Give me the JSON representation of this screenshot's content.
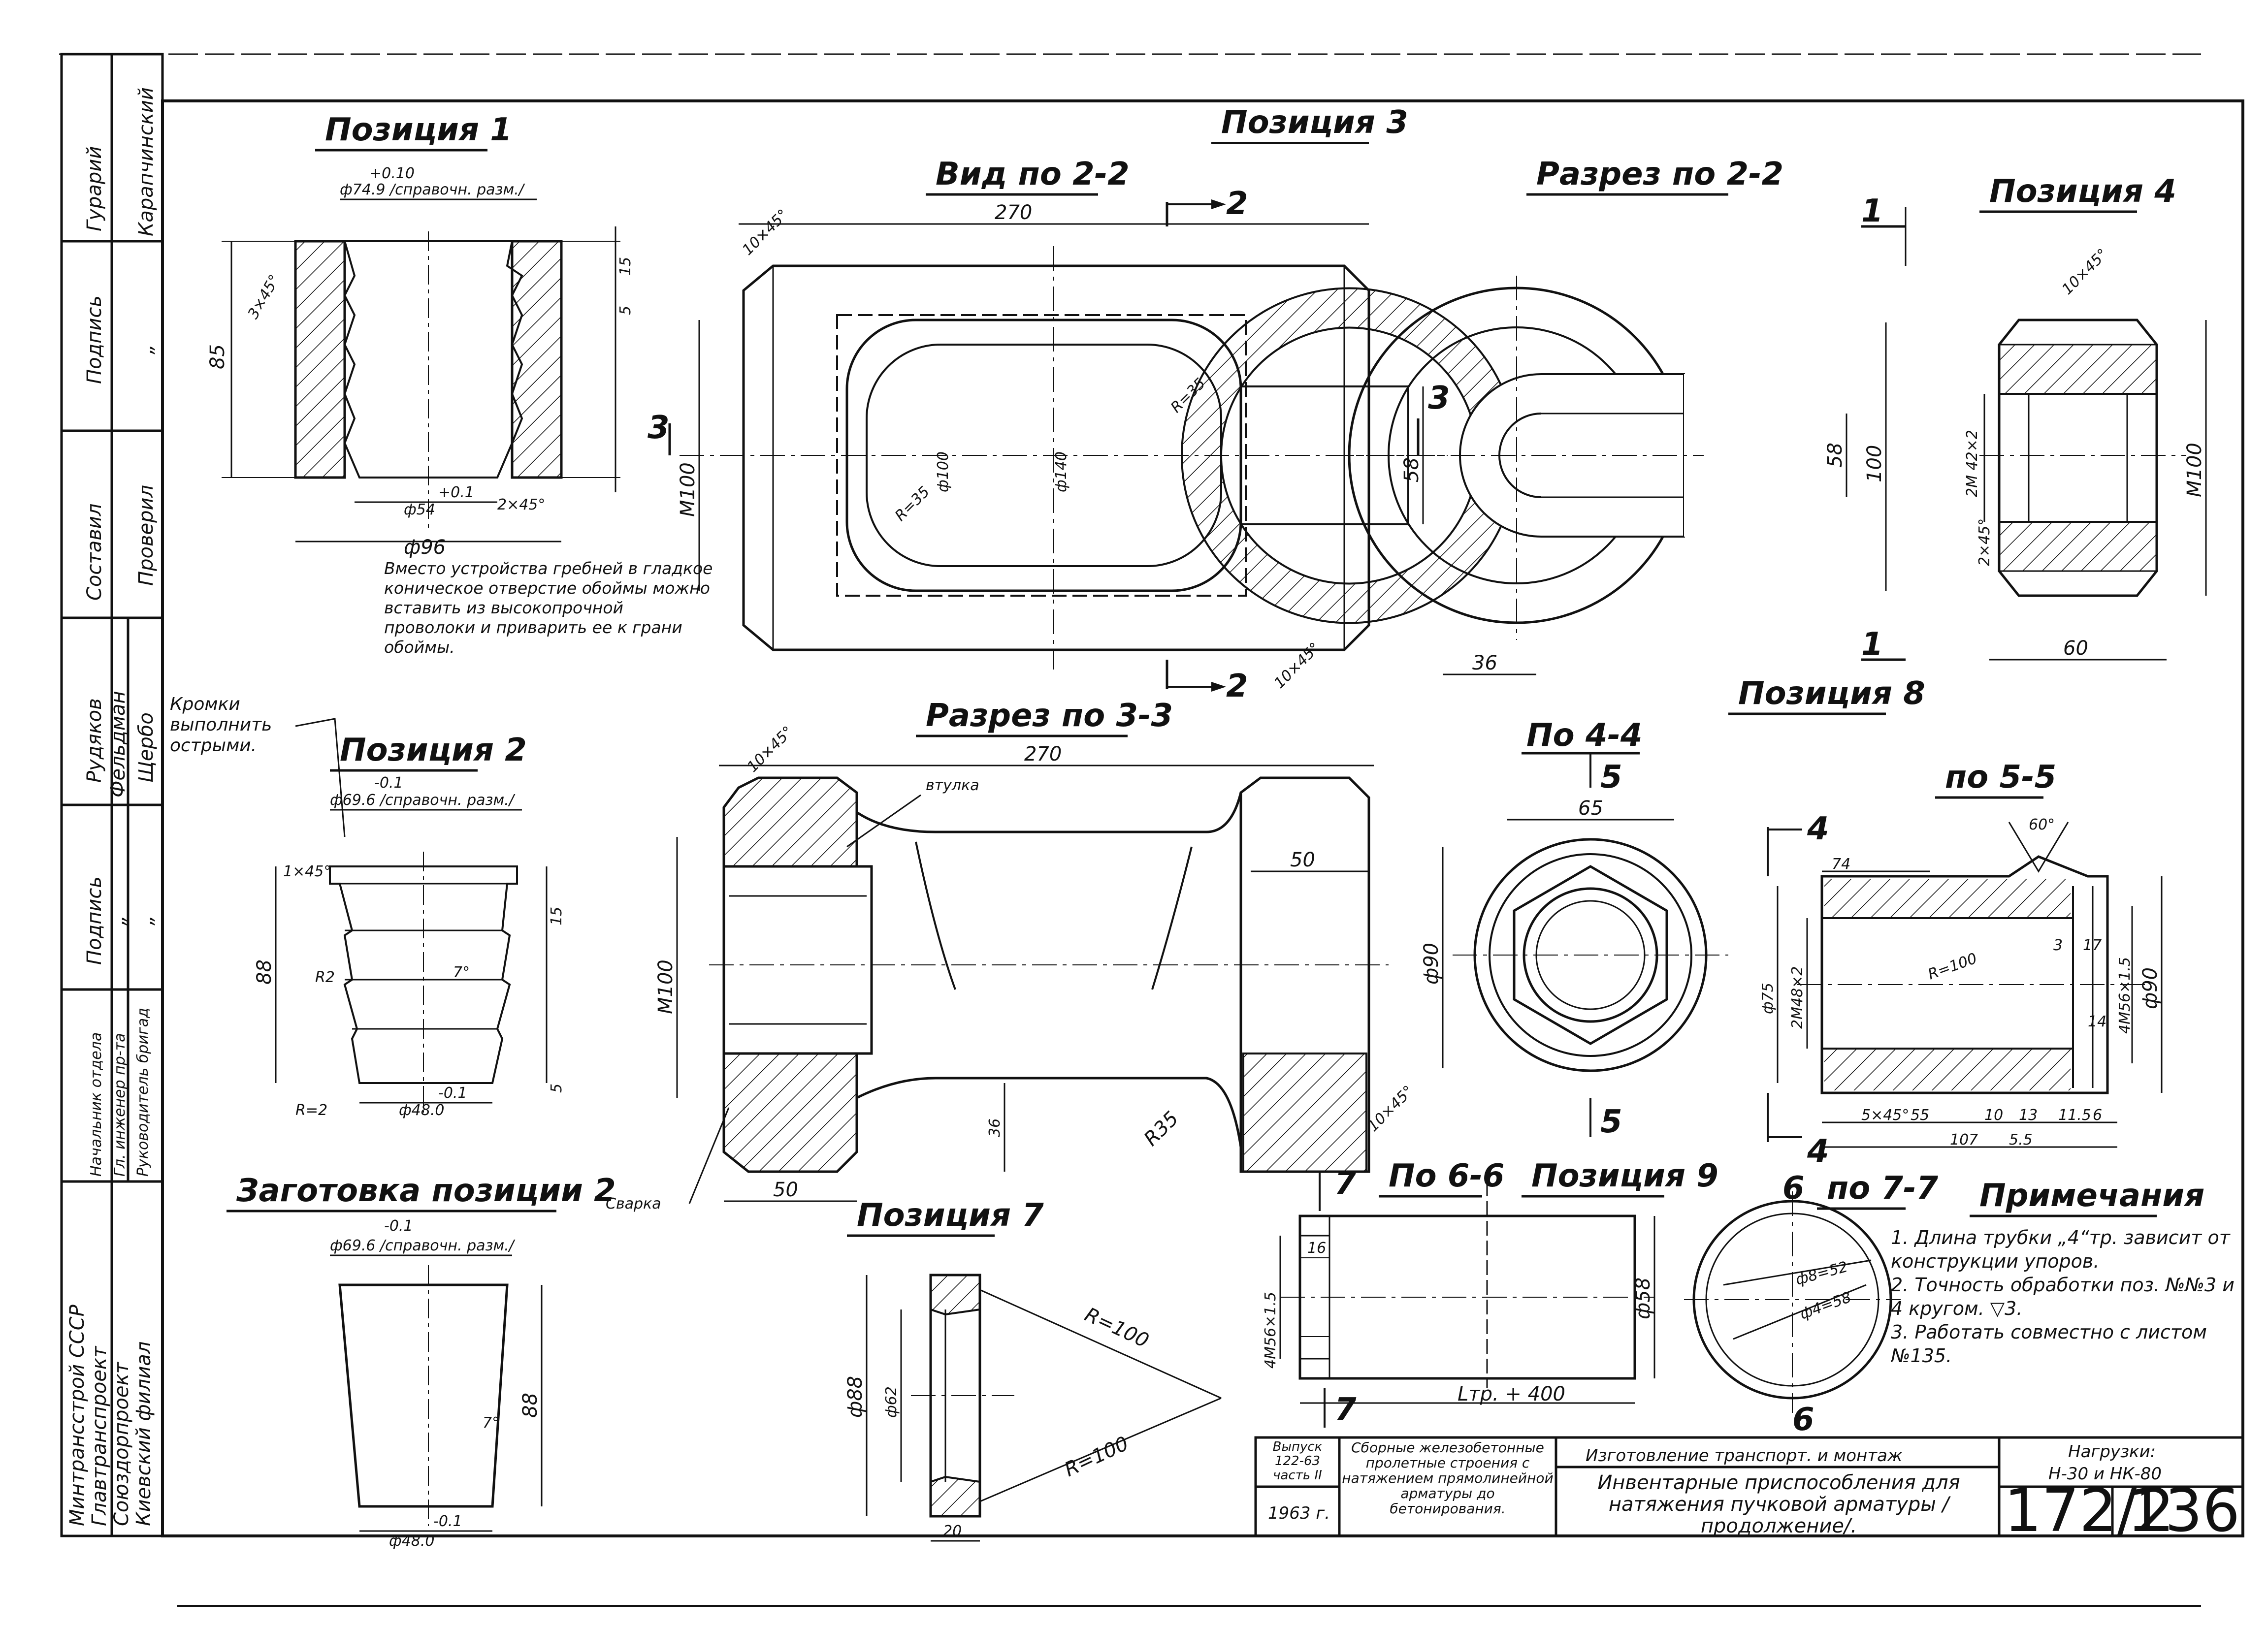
{
  "titles": {
    "pos1": "Позиция 1",
    "pos3": "Позиция 3",
    "view22": "Вид по 2-2",
    "sec22": "Разрез по 2-2",
    "pos4": "Позиция 4",
    "pos2": "Позиция 2",
    "sec33": "Разрез по 3-3",
    "po44": "По 4-4",
    "pos8": "Позиция 8",
    "po55": "по 5-5",
    "blank2": "Заготовка позиции 2",
    "pos7": "Позиция 7",
    "po66": "По 6-6",
    "pos9": "Позиция 9",
    "po77": "по 7-7",
    "notes": "Примечания"
  },
  "dims": {
    "p1_dia": "ф74.9 /справочн. разм./",
    "p1_tol": "+0.10",
    "p1_85": "85",
    "p1_d54": "ф54",
    "p1_d54tol": "+0.1",
    "p1_d96": "ф96",
    "p1_chamfer": "3×45°",
    "p1_chamfer2": "2×45°",
    "p1_15": "15",
    "p1_5": "5",
    "p2_dia": "ф69.6 /справочн. разм./",
    "p2_tol": "-0.1",
    "p2_88": "88",
    "p2_d48": "ф48.0",
    "p2_d48tol": "-0.1",
    "p2_r2": "R=2",
    "p2_r2b": "R2",
    "p2_angle": "7°",
    "p2_chamfer": "1×45°",
    "p2_15": "15",
    "p2_5": "5",
    "blank_dia": "ф69.6 /справочн. разм./",
    "blank_tol": "-0.1",
    "blank_88": "88",
    "blank_d48": "ф48.0",
    "blank_d48tol": "-0.1",
    "blank_angle": "7°",
    "v22_270": "270",
    "v22_d100": "ф100",
    "v22_d140": "ф140",
    "v22_r35": "R=35",
    "v22_r35b": "R=35",
    "v22_m100": "M100",
    "v22_58": "58",
    "v22_chamfer": "10×45°",
    "v22_chamfer2": "10×45°",
    "cut_2": "2",
    "cut_3": "3",
    "cut_1": "1",
    "cut_4": "4",
    "cut_5": "5",
    "cut_6": "6",
    "cut_7": "7",
    "s22_58": "58",
    "s22_100": "100",
    "s22_36": "36",
    "p4_m100": "M100",
    "p4_2m42": "2M 42×2",
    "p4_60": "60",
    "p4_chamfer": "10×45°",
    "p4_chamfer2": "2×45°",
    "s33_270": "270",
    "s33_m100": "M100",
    "s33_50": "50",
    "s33_50b": "50",
    "s33_36": "36",
    "s33_r35": "R35",
    "s33_chamfer": "10×45°",
    "s33_chamfer2": "10×45°",
    "s33_vtulka": "втулка",
    "s33_svarka": "Сварка",
    "p44_65": "65",
    "p44_d90": "ф90",
    "p8_angle": "60°",
    "p8_74": "74",
    "p8_r100": "R=100",
    "p8_d75": "ф75",
    "p8_2m48": "2M48×2",
    "p8_4m56": "4M56×1.5",
    "p8_d90": "ф90",
    "p8_3": "3",
    "p8_17": "17",
    "p8_14": "14",
    "p8_55": "55",
    "p8_10": "10",
    "p8_13": "13",
    "p8_11": "11.5",
    "p8_107": "107",
    "p8_55b": "5.5",
    "p8_chamfer": "5×45°",
    "p8_6": "6",
    "p7_r100": "R=100",
    "p7_r100b": "R=100",
    "p7_d88": "ф88",
    "p7_d62": "ф62",
    "p7_20": "20",
    "p9_4m56": "4M56×1.5",
    "p9_d58": "ф58",
    "p9_16": "16",
    "p9_len": "Lтр. + 400",
    "p77_d52": "ф8=52",
    "p77_d58": "ф4=58"
  },
  "notes": {
    "weld_note": "Вместо устройства гребней в гладкое коническое отверстие обоймы можно вставить из высокопрочной проволоки и приварить ее к грани обоймы.",
    "edges_note": "Кромки выполнить острыми.",
    "n1": "1. Длина трубки „4“тр. зависит от конструкции упоров.",
    "n2": "2. Точность обработки поз. №№3 и 4 кругом. ▽3.",
    "n3": "3. Работать совместно с листом №135."
  },
  "side": {
    "r1": [
      "Гурарий",
      "Карапчинский"
    ],
    "r2": [
      "Подпись",
      "„"
    ],
    "r3": [
      "Составил",
      "Проверил"
    ],
    "people": [
      "Рудяков",
      "Фельдман",
      "Щербо"
    ],
    "signs": [
      "Подпись",
      "„",
      "„"
    ],
    "roles": [
      "Начальник отдела",
      "Гл. инженер пр-та",
      "Руководитель бригад"
    ],
    "org": [
      "Минтрансстрой СССР",
      "Главтранспроект",
      "Союздорпроект",
      "Киевский филиал"
    ]
  },
  "stamp": {
    "vypusk": "Выпуск 122-63 часть II",
    "year": "1963 г.",
    "series": "Сборные железобетонные пролетные строения с натяжением прямолинейной арматуры до бетонирования.",
    "process": "Изготовление транспорт. и монтаж",
    "title": "Инвентарные приспособления для натяжения пучковой арматуры /продолжение/.",
    "loads_label": "Нагрузки:",
    "loads": "Н-30 и НК-80",
    "sheet_code": "172/2",
    "sheet_no": "136"
  }
}
